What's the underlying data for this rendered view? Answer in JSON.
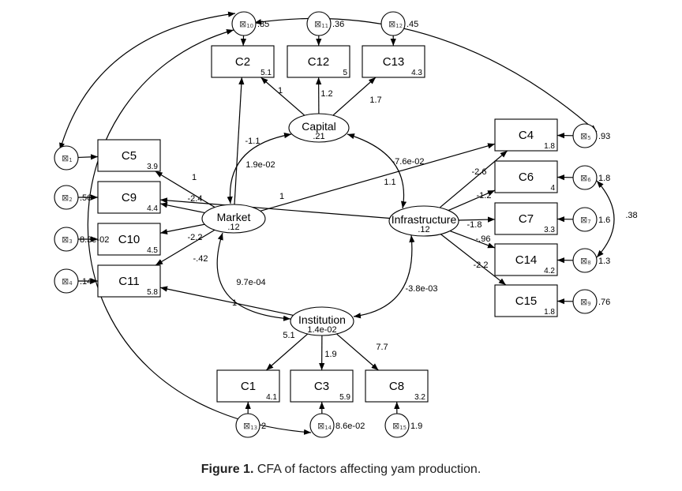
{
  "latents": {
    "capital": {
      "label": "Capital",
      "variance": ".21"
    },
    "market": {
      "label": "Market",
      "variance": ".12"
    },
    "infrastructure": {
      "label": "Infrastructure",
      "variance": ".12"
    },
    "institution": {
      "label": "Institution",
      "variance": "1.4e-02"
    }
  },
  "indicators": {
    "C2": {
      "label": "C2",
      "intercept": "5.1"
    },
    "C12": {
      "label": "C12",
      "intercept": "5"
    },
    "C13": {
      "label": "C13",
      "intercept": "4.3"
    },
    "C5": {
      "label": "C5",
      "intercept": "3.9"
    },
    "C9": {
      "label": "C9",
      "intercept": "4.4"
    },
    "C10": {
      "label": "C10",
      "intercept": "4.5"
    },
    "C11": {
      "label": "C11",
      "intercept": "5.8"
    },
    "C4": {
      "label": "C4",
      "intercept": "1.8"
    },
    "C6": {
      "label": "C6",
      "intercept": "4"
    },
    "C7": {
      "label": "C7",
      "intercept": "3.3"
    },
    "C14": {
      "label": "C14",
      "intercept": "4.2"
    },
    "C15": {
      "label": "C15",
      "intercept": "1.8"
    },
    "C1": {
      "label": "C1",
      "intercept": "4.1"
    },
    "C3": {
      "label": "C3",
      "intercept": "5.9"
    },
    "C8": {
      "label": "C8",
      "intercept": "3.2"
    }
  },
  "errors": {
    "e1": {
      "index": "1",
      "variance": "",
      "target": "C5"
    },
    "e2": {
      "index": "2",
      "variance": ".56",
      "target": "C9"
    },
    "e3": {
      "index": "3",
      "variance": "8.3e-02",
      "target": "C10"
    },
    "e4": {
      "index": "4",
      "variance": ".14",
      "target": "C11"
    },
    "e5": {
      "index": "5",
      "variance": ".93",
      "target": "C4"
    },
    "e6": {
      "index": "6",
      "variance": "1.8",
      "target": "C6"
    },
    "e7": {
      "index": "7",
      "variance": "1.6",
      "target": "C7"
    },
    "e8": {
      "index": "8",
      "variance": "1.3",
      "target": "C14"
    },
    "e9": {
      "index": "9",
      "variance": ".76",
      "target": "C15"
    },
    "e10": {
      "index": "10",
      "variance": ".85",
      "target": "C2"
    },
    "e11": {
      "index": "11",
      "variance": ".36",
      "target": "C12"
    },
    "e12": {
      "index": "12",
      "variance": ".45",
      "target": "C13"
    },
    "e13": {
      "index": "13",
      "variance": "2",
      "target": "C1"
    },
    "e14": {
      "index": "14",
      "variance": "8.6e-02",
      "target": "C3"
    },
    "e15": {
      "index": "15",
      "variance": "1.9",
      "target": "C8"
    }
  },
  "paths": [
    {
      "from": "capital",
      "to": "C2",
      "label": "1"
    },
    {
      "from": "capital",
      "to": "C12",
      "label": "1.2"
    },
    {
      "from": "capital",
      "to": "C13",
      "label": "1.7"
    },
    {
      "from": "market",
      "to": "C2",
      "label": "-1.1"
    },
    {
      "from": "market",
      "to": "C5",
      "label": "1"
    },
    {
      "from": "market",
      "to": "C9",
      "label": "-2.4"
    },
    {
      "from": "market",
      "to": "C10",
      "label": "-2.2"
    },
    {
      "from": "market",
      "to": "C11",
      "label": "-.42"
    },
    {
      "from": "market",
      "to": "C4",
      "label": "-7.6e-02"
    },
    {
      "from": "infrastructure",
      "to": "C9",
      "label": "1"
    },
    {
      "from": "infrastructure",
      "to": "C4",
      "label": "-2.6"
    },
    {
      "from": "infrastructure",
      "to": "C6",
      "label": "-1.2"
    },
    {
      "from": "infrastructure",
      "to": "C7",
      "label": "-1.8"
    },
    {
      "from": "infrastructure",
      "to": "C14",
      "label": "-.96"
    },
    {
      "from": "infrastructure",
      "to": "C15",
      "label": "-2.2"
    },
    {
      "from": "institution",
      "to": "C11",
      "label": "1"
    },
    {
      "from": "institution",
      "to": "C1",
      "label": "5.1"
    },
    {
      "from": "institution",
      "to": "C3",
      "label": "1.9"
    },
    {
      "from": "institution",
      "to": "C8",
      "label": "7.7"
    }
  ],
  "covariances": [
    {
      "between": [
        "capital",
        "market"
      ],
      "label": "1.9e-02"
    },
    {
      "between": [
        "capital",
        "infrastructure"
      ],
      "label": "1.1"
    },
    {
      "between": [
        "market",
        "institution"
      ],
      "label": "9.7e-04"
    },
    {
      "between": [
        "infrastructure",
        "institution"
      ],
      "label": "-3.8e-03"
    },
    {
      "between": [
        "e6",
        "e8"
      ],
      "label": ".38"
    },
    {
      "between": [
        "e10",
        "e1"
      ],
      "label": ""
    },
    {
      "between": [
        "e10",
        "e5"
      ],
      "label": ""
    },
    {
      "between": [
        "e10",
        "e14"
      ],
      "label": ""
    }
  ],
  "error_symbol": "⊠",
  "caption": {
    "label": "Figure 1.",
    "text": "CFA of factors affecting yam production."
  }
}
